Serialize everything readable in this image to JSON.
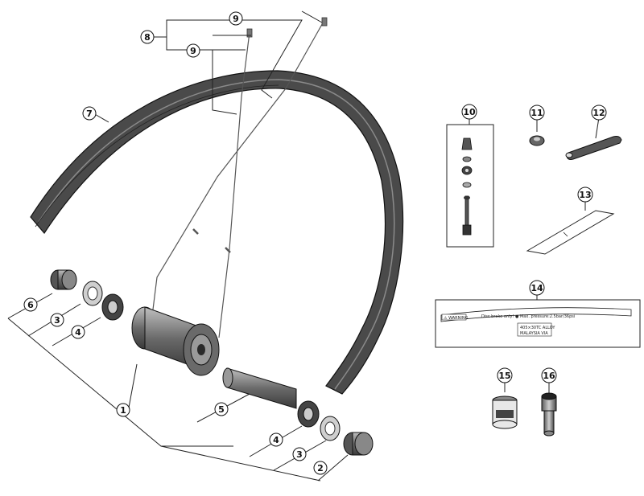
{
  "callouts": {
    "c1": "1",
    "c2": "2",
    "c3a": "3",
    "c3b": "3",
    "c4a": "4",
    "c4b": "4",
    "c5": "5",
    "c6": "6",
    "c7": "7",
    "c8": "8",
    "c9a": "9",
    "c9b": "9",
    "c10": "10",
    "c11": "11",
    "c12": "12",
    "c13": "13",
    "c14": "14",
    "c15": "15",
    "c16": "16"
  },
  "sticker": {
    "warning": "⚠ WARNING",
    "line1": "Disc brake only!  ● Max. pressure:2.5bar/36psi",
    "line2": "405×30TC ALLOY",
    "line3": "MALAYSIA  VIA"
  },
  "colors": {
    "line": "#222222",
    "part": "#3a3a3a",
    "part_light": "#8a8a8a"
  }
}
